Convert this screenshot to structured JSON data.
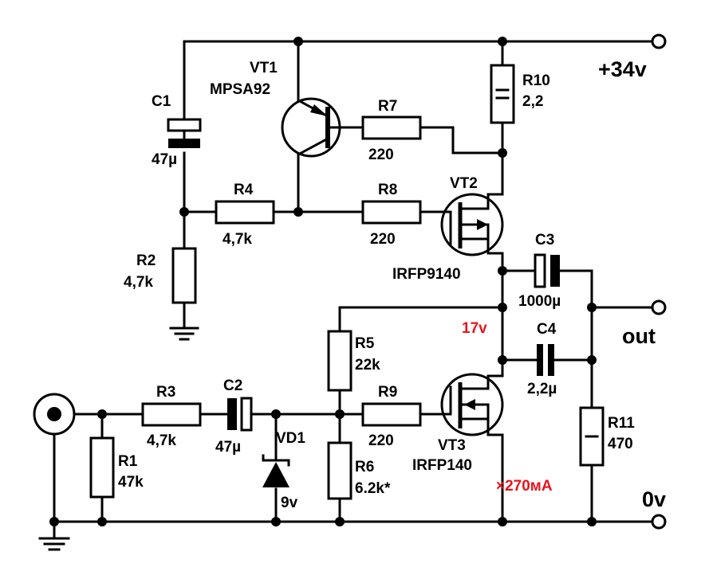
{
  "labels": {
    "C1": "C1",
    "C1_val": "47µ",
    "VT1": "VT1",
    "VT1_part": "MPSA92",
    "R7": "R7",
    "R7_val": "220",
    "R10": "R10",
    "R10_val": "2,2",
    "rail_pos": "+34v",
    "R4": "R4",
    "R4_val": "4,7k",
    "R8": "R8",
    "R8_val": "220",
    "VT2": "VT2",
    "VT2_part": "IRFP9140",
    "R2": "R2",
    "R2_val": "4,7k",
    "C3": "C3",
    "C3_val": "1000µ",
    "mid_voltage": "17v",
    "out": "out",
    "R5": "R5",
    "R5_val": "22k",
    "C4": "C4",
    "C4_val": "2,2µ",
    "R3": "R3",
    "R3_val": "4,7k",
    "C2": "C2",
    "C2_val": "47µ",
    "R9": "R9",
    "R9_val": "220",
    "R11": "R11",
    "R11_val": "470",
    "VD1": "VD1",
    "VD1_val": "9v",
    "VT3": "VT3",
    "VT3_part": "IRFP140",
    "R1": "R1",
    "R1_val": "47k",
    "R6": "R6",
    "R6_val": "6.2k*",
    "current": "×270мА",
    "rail_gnd": "0v"
  },
  "colors": {
    "ink": "#000000",
    "annotation": "#e8141b",
    "background": "#ffffff"
  }
}
